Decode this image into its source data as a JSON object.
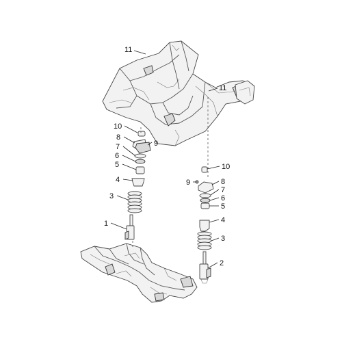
{
  "callouts": [
    {
      "id": "c11a",
      "text": "11"
    },
    {
      "id": "c11b",
      "text": "11"
    },
    {
      "id": "c10l",
      "text": "10"
    },
    {
      "id": "c9l",
      "text": "9"
    },
    {
      "id": "c8l",
      "text": "8"
    },
    {
      "id": "c7l",
      "text": "7"
    },
    {
      "id": "c6l",
      "text": "6"
    },
    {
      "id": "c5l",
      "text": "5"
    },
    {
      "id": "c4l",
      "text": "4"
    },
    {
      "id": "c3l",
      "text": "3"
    },
    {
      "id": "c1",
      "text": "1"
    },
    {
      "id": "c10r",
      "text": "10"
    },
    {
      "id": "c9r",
      "text": "9"
    },
    {
      "id": "c8r",
      "text": "8"
    },
    {
      "id": "c7r",
      "text": "7"
    },
    {
      "id": "c6r",
      "text": "6"
    },
    {
      "id": "c5r",
      "text": "5"
    },
    {
      "id": "c4r",
      "text": "4"
    },
    {
      "id": "c3r",
      "text": "3"
    },
    {
      "id": "c2",
      "text": "2"
    }
  ]
}
